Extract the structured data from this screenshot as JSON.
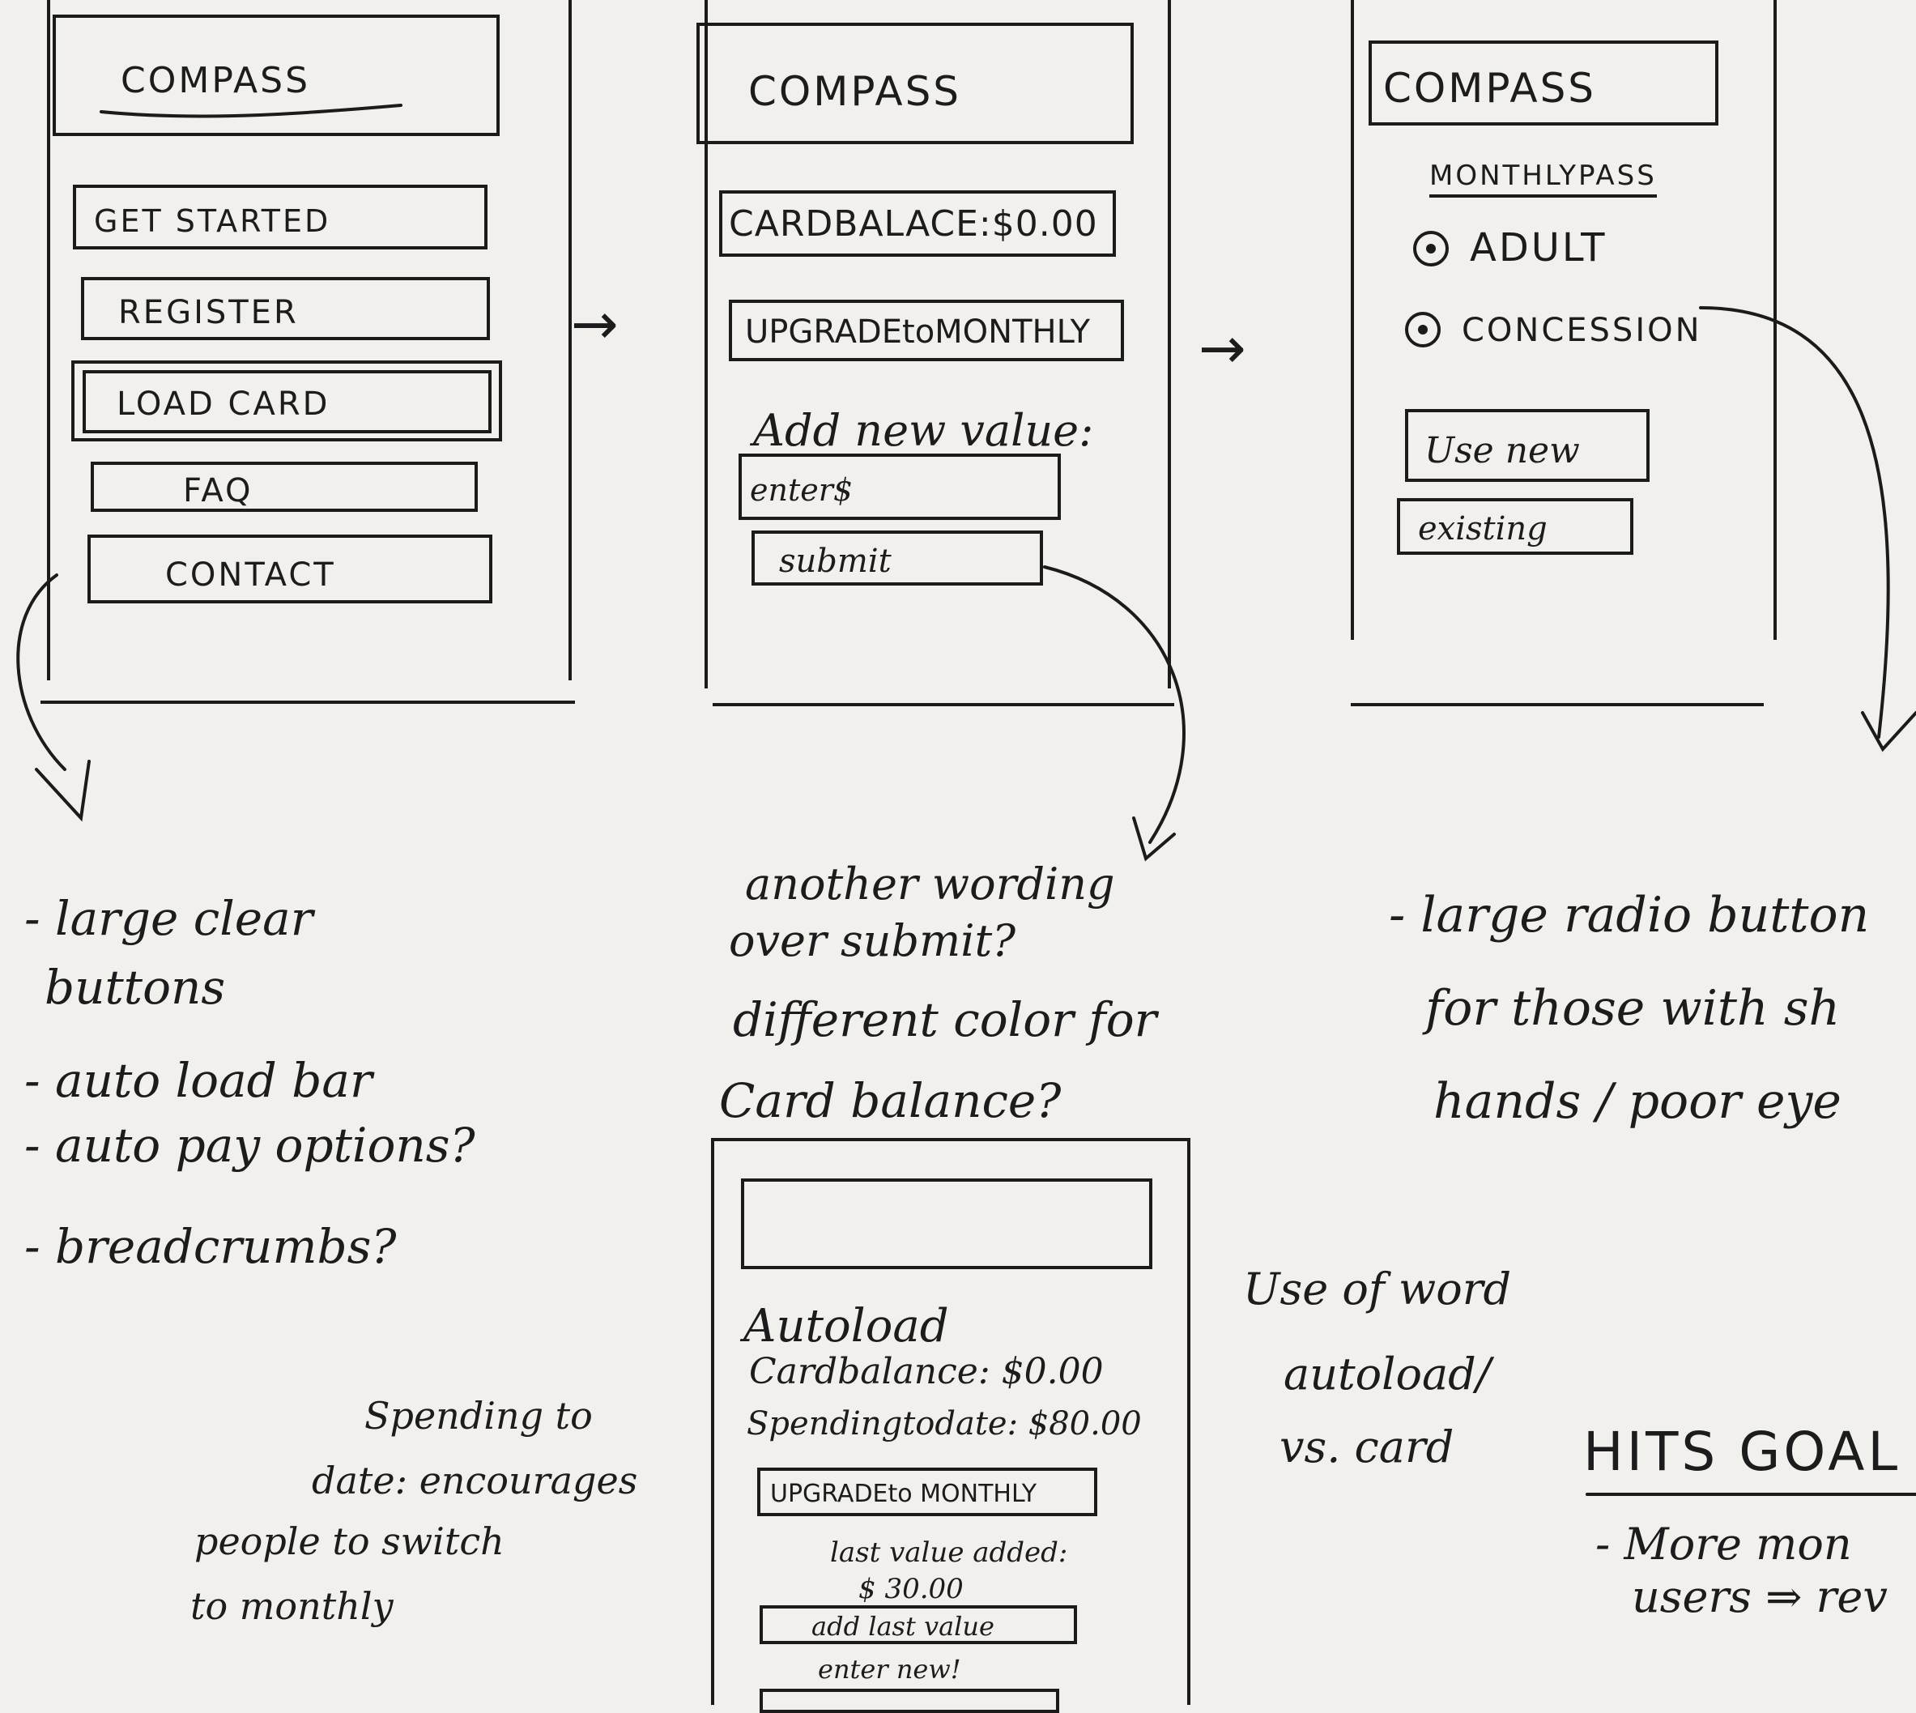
{
  "screen1": {
    "title": "COMPASS",
    "buttons": [
      "GET STARTED",
      "REGISTER",
      "LOAD CARD",
      "FAQ",
      "CONTACT"
    ]
  },
  "screen2": {
    "title": "COMPASS",
    "card_balance": "CARDBALACE:$0.00",
    "upgrade": "UPGRADEtoMONTHLY",
    "add_label": "Add new value:",
    "input_placeholder": "enter$",
    "submit": "submit"
  },
  "screen3": {
    "title": "COMPASS",
    "section": "MONTHLYPASS",
    "options": [
      "ADULT",
      "CONCESSION"
    ],
    "buttons": [
      "Use new",
      "existing"
    ]
  },
  "screen4": {
    "heading": "Autoload",
    "card_balance": "Cardbalance: $0.00",
    "spending": "Spendingtodate: $80.00",
    "upgrade": "UPGRADEto MONTHLY",
    "last_value_label": "last value added:",
    "last_value": "$ 30.00",
    "add_last": "add last value",
    "enter_new": "enter new!"
  },
  "notes": {
    "left": [
      "- large clear",
      "buttons",
      "- auto load bar",
      "- auto pay options?",
      "- breadcrumbs?"
    ],
    "middle": [
      "another wording",
      "over submit?",
      "different color for",
      "Card balance?"
    ],
    "right": [
      "- large radio button",
      "for those with sh",
      "hands / poor eye"
    ],
    "spending": [
      "Spending to",
      "date: encourages",
      "people to switch",
      "to monthly"
    ],
    "word_use": [
      "Use of word",
      "autoload/",
      "vs. card"
    ],
    "hits_goal": "HITS GOAL",
    "goal_sub": [
      "- More mon",
      "users ⇒ rev"
    ]
  },
  "arrows": [
    "→",
    "→"
  ]
}
